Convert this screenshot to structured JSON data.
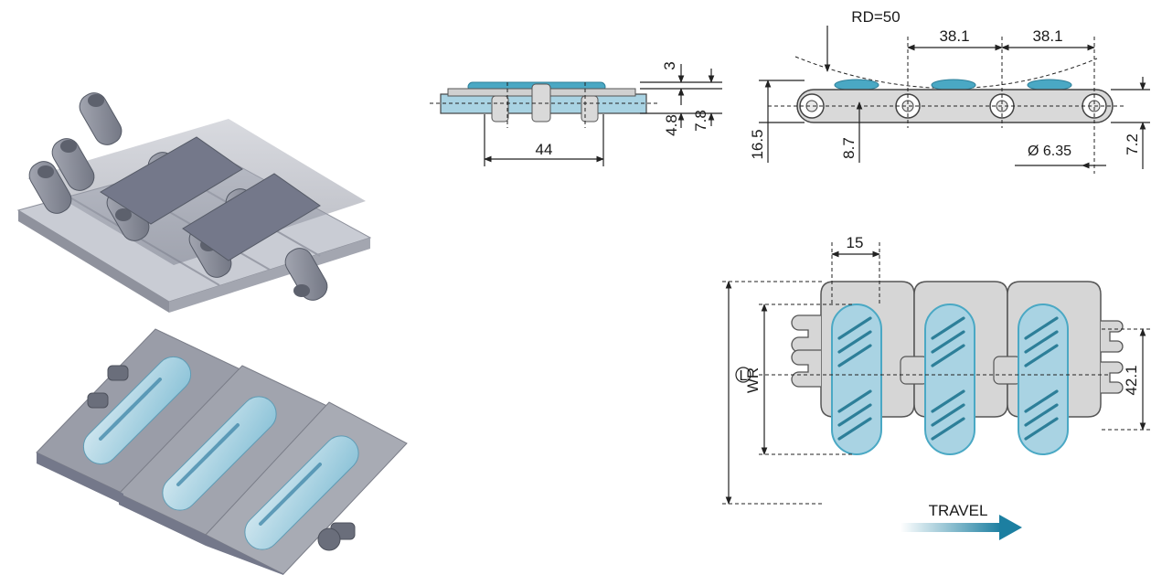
{
  "side_view": {
    "dim_thickness": "3",
    "dim_height_small": "4.8",
    "dim_height_total": "7.8",
    "dim_width_hinge": "44"
  },
  "profile_view": {
    "dim_radius": "RD=50",
    "dim_pitch_1": "38.1",
    "dim_pitch_2": "38.1",
    "dim_height": "16.5",
    "dim_pin_height": "8.7",
    "dim_pin_diameter": "Ø 6.35",
    "dim_link_height": "7.2"
  },
  "top_view": {
    "dim_pad_width": "15",
    "dim_total_length_symbol": "L",
    "dim_working_width": "WR",
    "dim_hinge_gap": "42.1",
    "travel_label": "TRAVEL"
  },
  "colors": {
    "pad": "#4aa8c4",
    "pad_light": "#a9d3e3",
    "plate": "#d6d6d6",
    "outline": "#555555",
    "travel_arrow": "#1c7fa1"
  }
}
